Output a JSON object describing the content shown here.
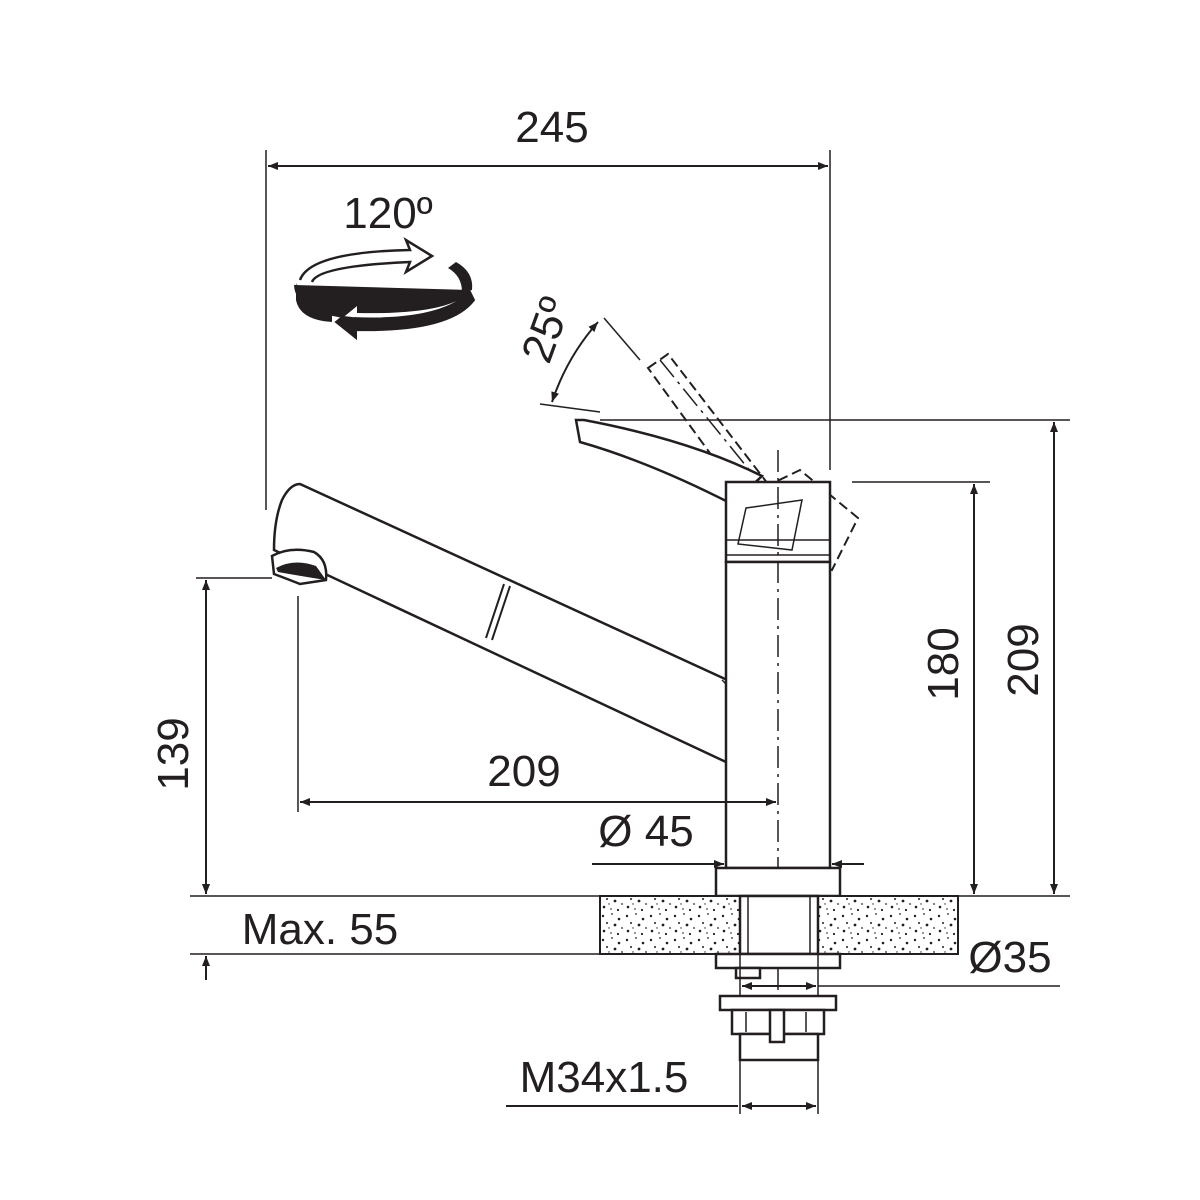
{
  "dimensions": {
    "overall_width": "245",
    "rotation": "120º",
    "lever_angle": "25º",
    "spout_height": "139",
    "spout_reach": "209",
    "body_diameter": "Ø 45",
    "body_height": "180",
    "total_height": "209",
    "max_thickness": "Max. 55",
    "hole_diameter": "Ø35",
    "thread": "M34x1.5"
  },
  "colors": {
    "ink": "#231f20",
    "background": "#ffffff"
  }
}
